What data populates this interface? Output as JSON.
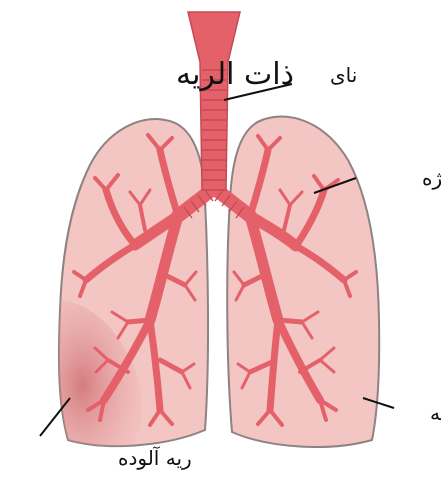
{
  "diagram": {
    "title": "ذات الریه",
    "labels": {
      "trachea": "نای",
      "bronchus": "نایژه",
      "lung": "ریه",
      "infected_lung": "ریه آلوده"
    },
    "colors": {
      "lung_fill": "#F3C6C4",
      "lung_outline": "#8E8282",
      "airway": "#E4616A",
      "airway_dark": "#C54954",
      "infection": "#D98384",
      "leader_line": "#111111"
    }
  }
}
